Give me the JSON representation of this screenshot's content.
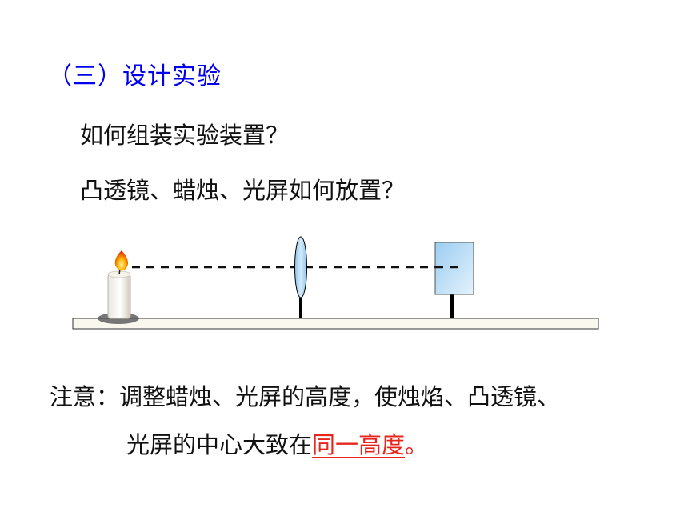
{
  "heading": "（三）设计实验",
  "questions": {
    "assembly": "如何组装实验装置？",
    "placement": "凸透镜、蜡烛、光屏如何放置？"
  },
  "note": {
    "line1": "注意：调整蜡烛、光屏的高度，使烛焰、凸透镜、",
    "line2_prefix": "光屏的中心大致在",
    "line2_emphasis": "同一高度",
    "line2_suffix": "。"
  },
  "colors": {
    "heading": "#0000ee",
    "emphasis": "#e8251c",
    "lens": "#a9d3f2",
    "screen": "#b8dcf5"
  },
  "icons": [
    "candle-icon",
    "convex-lens-icon",
    "light-screen-icon"
  ]
}
